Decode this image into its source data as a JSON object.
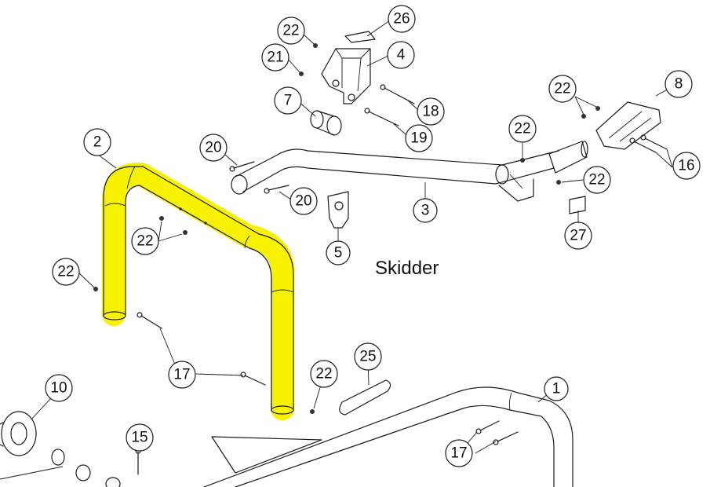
{
  "title": "Skidder",
  "highlight_color": "#f7f300",
  "callouts": [
    {
      "id": "c2",
      "label": "2"
    },
    {
      "id": "c26",
      "label": "26"
    },
    {
      "id": "c22a",
      "label": "22"
    },
    {
      "id": "c21",
      "label": "21"
    },
    {
      "id": "c4",
      "label": "4"
    },
    {
      "id": "c7",
      "label": "7"
    },
    {
      "id": "c18",
      "label": "18"
    },
    {
      "id": "c19",
      "label": "19"
    },
    {
      "id": "c22b",
      "label": "22"
    },
    {
      "id": "c8",
      "label": "8"
    },
    {
      "id": "c22c",
      "label": "22"
    },
    {
      "id": "c20a",
      "label": "20"
    },
    {
      "id": "c20b",
      "label": "20"
    },
    {
      "id": "c16",
      "label": "16"
    },
    {
      "id": "c22d",
      "label": "22"
    },
    {
      "id": "c3",
      "label": "3"
    },
    {
      "id": "c22e",
      "label": "22"
    },
    {
      "id": "c27",
      "label": "27"
    },
    {
      "id": "c5",
      "label": "5"
    },
    {
      "id": "c22f",
      "label": "22"
    },
    {
      "id": "c17a",
      "label": "17"
    },
    {
      "id": "c22g",
      "label": "22"
    },
    {
      "id": "c25",
      "label": "25"
    },
    {
      "id": "c10",
      "label": "10"
    },
    {
      "id": "c1",
      "label": "1"
    },
    {
      "id": "c15",
      "label": "15"
    },
    {
      "id": "c17b",
      "label": "17"
    }
  ]
}
